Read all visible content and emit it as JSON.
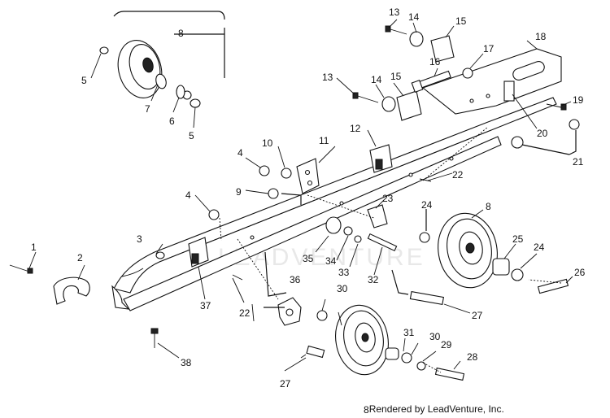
{
  "credit": "Rendered by LeadVenture, Inc.",
  "watermark": "LEADVENTURE",
  "callouts": [
    {
      "id": "c1",
      "text": "1"
    },
    {
      "id": "c2",
      "text": "2"
    },
    {
      "id": "c3",
      "text": "3"
    },
    {
      "id": "c4a",
      "text": "4"
    },
    {
      "id": "c4b",
      "text": "4"
    },
    {
      "id": "c5a",
      "text": "5"
    },
    {
      "id": "c5b",
      "text": "5"
    },
    {
      "id": "c6",
      "text": "6"
    },
    {
      "id": "c7",
      "text": "7"
    },
    {
      "id": "c8a",
      "text": "8"
    },
    {
      "id": "c8b",
      "text": "8"
    },
    {
      "id": "c8c",
      "text": "8"
    },
    {
      "id": "c9",
      "text": "9"
    },
    {
      "id": "c10",
      "text": "10"
    },
    {
      "id": "c11",
      "text": "11"
    },
    {
      "id": "c12",
      "text": "12"
    },
    {
      "id": "c13a",
      "text": "13"
    },
    {
      "id": "c13b",
      "text": "13"
    },
    {
      "id": "c14a",
      "text": "14"
    },
    {
      "id": "c14b",
      "text": "14"
    },
    {
      "id": "c15a",
      "text": "15"
    },
    {
      "id": "c15b",
      "text": "15"
    },
    {
      "id": "c16",
      "text": "16"
    },
    {
      "id": "c17",
      "text": "17"
    },
    {
      "id": "c18",
      "text": "18"
    },
    {
      "id": "c19",
      "text": "19"
    },
    {
      "id": "c20",
      "text": "20"
    },
    {
      "id": "c21",
      "text": "21"
    },
    {
      "id": "c22a",
      "text": "22"
    },
    {
      "id": "c22b",
      "text": "22"
    },
    {
      "id": "c23",
      "text": "23"
    },
    {
      "id": "c24a",
      "text": "24"
    },
    {
      "id": "c24b",
      "text": "24"
    },
    {
      "id": "c25",
      "text": "25"
    },
    {
      "id": "c26",
      "text": "26"
    },
    {
      "id": "c27a",
      "text": "27"
    },
    {
      "id": "c27b",
      "text": "27"
    },
    {
      "id": "c28",
      "text": "28"
    },
    {
      "id": "c29",
      "text": "29"
    },
    {
      "id": "c30a",
      "text": "30"
    },
    {
      "id": "c30b",
      "text": "30"
    },
    {
      "id": "c31",
      "text": "31"
    },
    {
      "id": "c32",
      "text": "32"
    },
    {
      "id": "c33",
      "text": "33"
    },
    {
      "id": "c34",
      "text": "34"
    },
    {
      "id": "c35",
      "text": "35"
    },
    {
      "id": "c36",
      "text": "36"
    },
    {
      "id": "c37",
      "text": "37"
    },
    {
      "id": "c38",
      "text": "38"
    }
  ]
}
